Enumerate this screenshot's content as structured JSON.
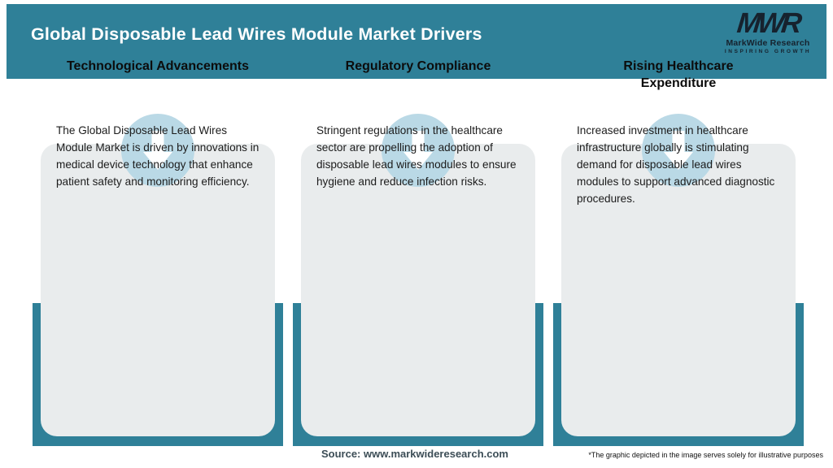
{
  "header": {
    "title": "Global Disposable Lead Wires Module Market Drivers",
    "logo": {
      "monogram": "MWR",
      "name": "MarkWide Research",
      "tagline": "INSPIRING GROWTH"
    }
  },
  "cards": [
    {
      "icon": "down-arrow-icon",
      "title": "Technological Advancements",
      "description": "The Global Disposable Lead Wires Module Market is driven by innovations in medical device technology that enhance patient safety and monitoring efficiency."
    },
    {
      "icon": "down-arrow-icon",
      "title": "Regulatory Compliance",
      "description": "Stringent regulations in the healthcare sector are propelling the adoption of disposable lead wires modules to ensure hygiene and reduce infection risks."
    },
    {
      "icon": "down-arrow-icon",
      "title": "Rising Healthcare Expenditure",
      "description": "Increased investment in healthcare infrastructure globally is stimulating demand for disposable lead wires modules to support advanced diagnostic procedures."
    }
  ],
  "footer": {
    "source": "Source: www.markwideresearch.com",
    "disclaimer": "*The graphic depicted in the image serves solely for illustrative purposes"
  },
  "colors": {
    "header_teal": "#2F8098",
    "shadow_teal": "#2F8098",
    "card_background": "#E9ECED",
    "circle_blue": "#BAD9E6",
    "logo_dark": "#16222E",
    "title_text": "#FFFFFF",
    "source_text": "#3C4D56"
  }
}
